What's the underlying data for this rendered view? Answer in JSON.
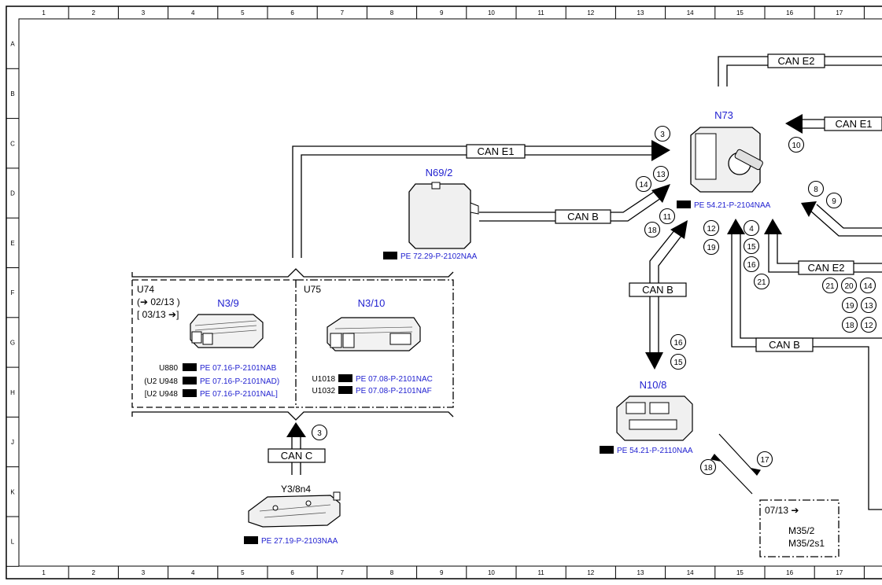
{
  "grid": {
    "columns": [
      "1",
      "2",
      "3",
      "4",
      "5",
      "6",
      "7",
      "8",
      "9",
      "10",
      "11",
      "12",
      "13",
      "14",
      "15",
      "16",
      "17"
    ],
    "rows": [
      "A",
      "B",
      "C",
      "D",
      "E",
      "F",
      "G",
      "H",
      "J",
      "K",
      "L"
    ]
  },
  "components": {
    "n73": {
      "label": "N73",
      "ref": "PE 54.21-P-2104NAA"
    },
    "n69_2": {
      "label": "N69/2",
      "ref": "PE 72.29-P-2102NAA"
    },
    "n10_8": {
      "label": "N10/8",
      "ref": "PE 54.21-P-2110NAA"
    },
    "y3_8n4": {
      "label": "Y3/8n4",
      "ref": "PE 27.19-P-2103NAA"
    },
    "u74": {
      "label": "U74",
      "line1": "(➔ 02/13 )",
      "line2": "[ 03/13 ➔]",
      "module": "N3/9",
      "refs": [
        {
          "prefix": "U880",
          "ref": "PE 07.16-P-2101NAB"
        },
        {
          "prefix": "(U2  U948",
          "ref": "PE 07.16-P-2101NAD)"
        },
        {
          "prefix": "[U2  U948",
          "ref": "PE 07.16-P-2101NAL]"
        }
      ]
    },
    "u75": {
      "label": "U75",
      "module": "N3/10",
      "refs": [
        {
          "prefix": "U1018",
          "ref": "PE 07.08-P-2101NAC"
        },
        {
          "prefix": "U1032",
          "ref": "PE 07.08-P-2101NAF"
        }
      ]
    },
    "m35": {
      "date": "07/13 ➔",
      "line1": "M35/2",
      "line2": "M35/2s1"
    }
  },
  "buses": {
    "can_e1_top": "CAN E1",
    "can_e1_right": "CAN E1",
    "can_e2_top": "CAN E2",
    "can_e2_right": "CAN E2",
    "can_b_n69": "CAN B",
    "can_b_vertical": "CAN B",
    "can_b_lower": "CAN B",
    "can_c": "CAN C"
  },
  "signals": {
    "s3a": "3",
    "s10": "10",
    "s14a": "14",
    "s13a": "13",
    "s11": "11",
    "s18a": "18",
    "s8": "8",
    "s9": "9",
    "s12a": "12",
    "s19a": "19",
    "s4": "4",
    "s15a": "15",
    "s16a": "16",
    "s21a": "21",
    "s21b": "21",
    "s20": "20",
    "s14b": "14",
    "s19b": "19",
    "s13b": "13",
    "s18b": "18",
    "s12b": "12",
    "s16b": "16",
    "s15b": "15",
    "s3b": "3",
    "s17": "17",
    "s18c": "18"
  }
}
